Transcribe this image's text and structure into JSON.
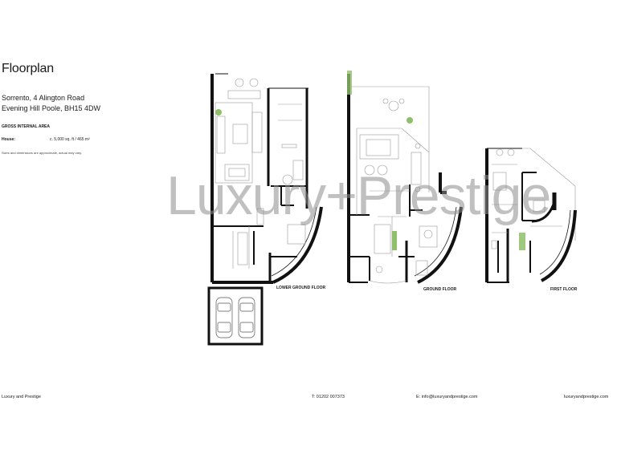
{
  "heading": "Floorplan",
  "address": {
    "line1": "Sorrento, 4 Alington Road",
    "line2": "Evening Hill Poole, BH15 4DW"
  },
  "gia": {
    "heading": "GROSS INTERNAL AREA",
    "label": "House:",
    "value": "c. 5,000 sq. ft / 465 m²",
    "note": "Sizes and dimensions are approximate, actual may vary."
  },
  "floors": {
    "lower": "LOWER GROUND FLOOR",
    "ground": "GROUND FLOOR",
    "first": "FIRST FLOOR"
  },
  "watermark": "Luxury+Prestige",
  "footer": {
    "company": "Luxury and Prestige",
    "phone": "T: 01202 007373",
    "email": "E: info@luxuryandprestige.com",
    "website": "luxuryandprestige.com"
  },
  "colors": {
    "wall": "#111111",
    "furniture": "#9a9a9a",
    "planting": "#8fbf6a",
    "watermark": "#8c8c8c"
  }
}
